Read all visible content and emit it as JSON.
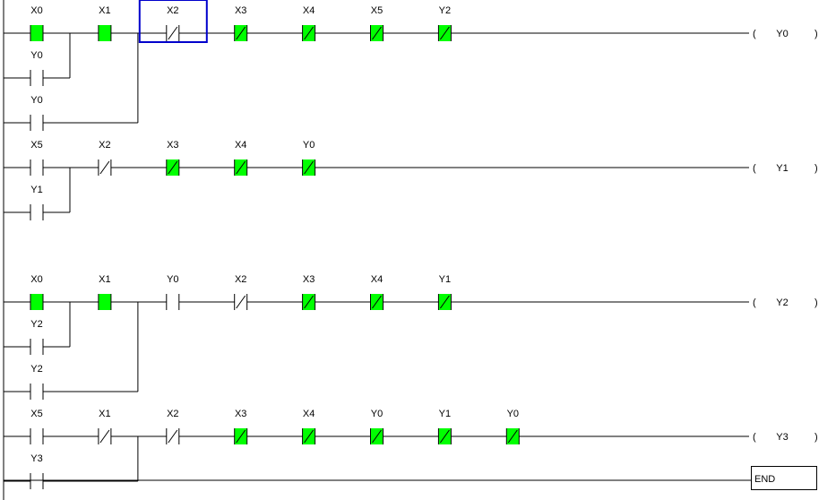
{
  "editor": {
    "view": "ladder",
    "colors": {
      "background": "#ffffff",
      "wire": "#000000",
      "energized_contact": "#00ff00",
      "cursor": "#0000cc"
    },
    "cursor": {
      "rung": 0,
      "position": 2,
      "address": "X2"
    },
    "rungs": [
      {
        "coil": "Y0",
        "main": [
          {
            "address": "X0",
            "type": "NO",
            "energized": true
          },
          {
            "address": "X1",
            "type": "NO",
            "energized": true
          },
          {
            "address": "X2",
            "type": "NC",
            "energized": false
          },
          {
            "address": "X3",
            "type": "NC",
            "energized": true
          },
          {
            "address": "X4",
            "type": "NC",
            "energized": true
          },
          {
            "address": "X5",
            "type": "NC",
            "energized": true
          },
          {
            "address": "Y2",
            "type": "NC",
            "energized": true
          }
        ],
        "branches": [
          {
            "address": "Y0",
            "type": "NO",
            "energized": false,
            "span": [
              0,
              0
            ]
          },
          {
            "address": "Y0",
            "type": "NO",
            "energized": false,
            "span": [
              0,
              1
            ]
          }
        ]
      },
      {
        "coil": "Y1",
        "main": [
          {
            "address": "X5",
            "type": "NO",
            "energized": false
          },
          {
            "address": "X2",
            "type": "NC",
            "energized": false
          },
          {
            "address": "X3",
            "type": "NC",
            "energized": true
          },
          {
            "address": "X4",
            "type": "NC",
            "energized": true
          },
          {
            "address": "Y0",
            "type": "NC",
            "energized": true
          }
        ],
        "branches": [
          {
            "address": "Y1",
            "type": "NO",
            "energized": false,
            "span": [
              0,
              0
            ]
          }
        ]
      },
      {
        "coil": "Y2",
        "main": [
          {
            "address": "X0",
            "type": "NO",
            "energized": true
          },
          {
            "address": "X1",
            "type": "NO",
            "energized": true
          },
          {
            "address": "Y0",
            "type": "NO",
            "energized": false
          },
          {
            "address": "X2",
            "type": "NC",
            "energized": false
          },
          {
            "address": "X3",
            "type": "NC",
            "energized": true
          },
          {
            "address": "X4",
            "type": "NC",
            "energized": true
          },
          {
            "address": "Y1",
            "type": "NC",
            "energized": true
          }
        ],
        "branches": [
          {
            "address": "Y2",
            "type": "NO",
            "energized": false,
            "span": [
              0,
              0
            ]
          },
          {
            "address": "Y2",
            "type": "NO",
            "energized": false,
            "span": [
              0,
              1
            ]
          }
        ]
      },
      {
        "coil": "Y3",
        "main": [
          {
            "address": "X5",
            "type": "NO",
            "energized": false
          },
          {
            "address": "X1",
            "type": "NC",
            "energized": false
          },
          {
            "address": "X2",
            "type": "NC",
            "energized": false
          },
          {
            "address": "X3",
            "type": "NC",
            "energized": true
          },
          {
            "address": "X4",
            "type": "NC",
            "energized": true
          },
          {
            "address": "Y0",
            "type": "NC",
            "energized": true
          },
          {
            "address": "Y1",
            "type": "NC",
            "energized": true
          },
          {
            "address": "Y0",
            "type": "NC",
            "energized": true
          }
        ],
        "branches": [
          {
            "address": "Y3",
            "type": "NO",
            "energized": false,
            "span": [
              0,
              1
            ]
          }
        ]
      }
    ],
    "end_label": "END"
  }
}
